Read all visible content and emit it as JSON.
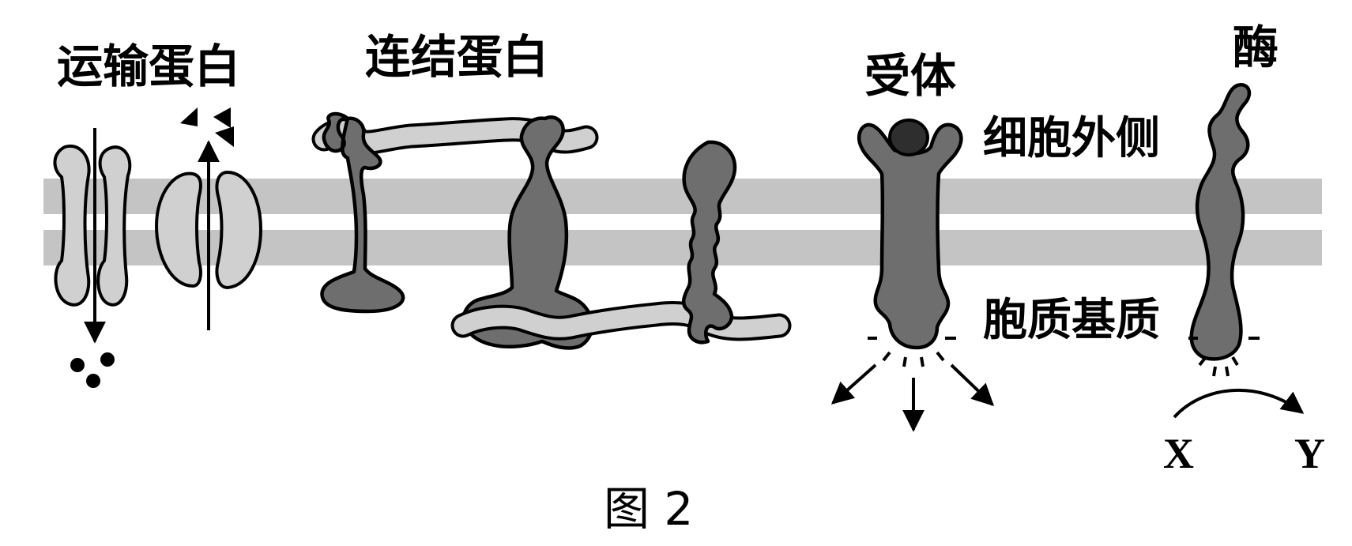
{
  "labels": {
    "transport_protein": "运输蛋白",
    "junction_protein": "连结蛋白",
    "receptor": "受体",
    "enzyme": "酶",
    "extracellular": "细胞外侧",
    "cytoplasmic_matrix": "胞质基质",
    "substrate": "X",
    "product": "Y"
  },
  "caption": "图 2"
}
